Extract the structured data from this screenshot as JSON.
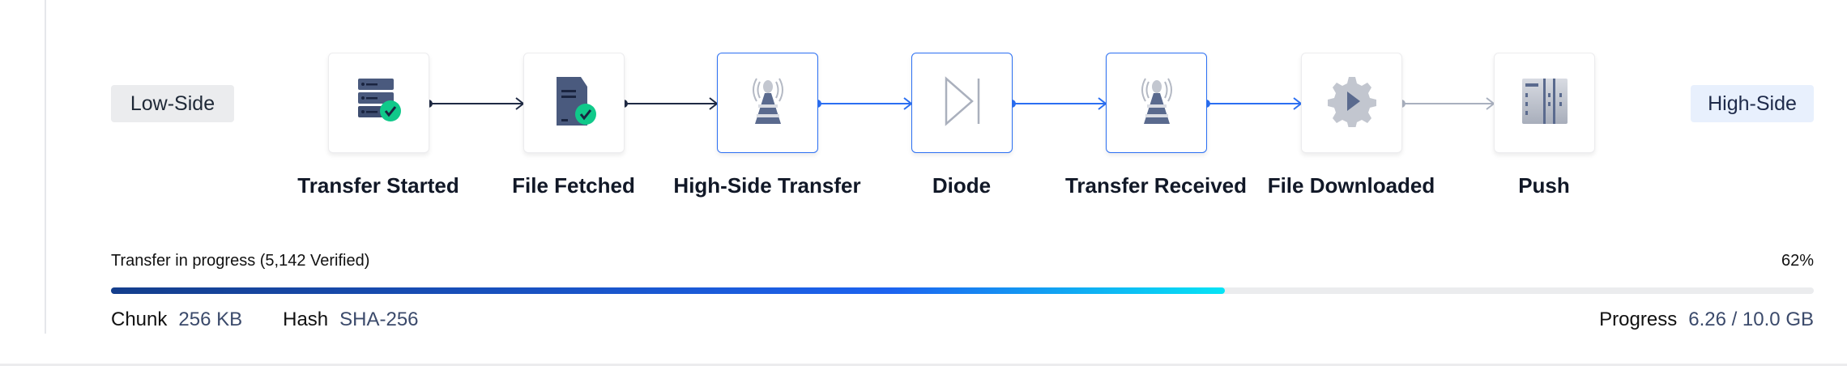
{
  "sides": {
    "low": "Low-Side",
    "high": "High-Side"
  },
  "steps": [
    {
      "label": "Transfer Started",
      "icon": "server-check-icon",
      "state": "done"
    },
    {
      "label": "File Fetched",
      "icon": "file-server-check-icon",
      "state": "done"
    },
    {
      "label": "High-Side Transfer",
      "icon": "antenna-tower-icon",
      "state": "active"
    },
    {
      "label": "Diode",
      "icon": "diode-icon",
      "state": "active"
    },
    {
      "label": "Transfer Received",
      "icon": "antenna-tower-icon",
      "state": "active"
    },
    {
      "label": "File Downloaded",
      "icon": "gear-play-icon",
      "state": "pending"
    },
    {
      "label": "Push",
      "icon": "rack-icon",
      "state": "pending"
    }
  ],
  "colors": {
    "done": "#1f2a44",
    "active": "#2b6ff2",
    "pending": "#a9b0bf",
    "check": "#10c98a"
  },
  "progress": {
    "status": "Transfer in progress (5,142 Verified)",
    "percent_label": "62%",
    "fraction": 0.654,
    "chunk_label": "Chunk",
    "chunk_value": "256 KB",
    "hash_label": "Hash",
    "hash_value": "SHA-256",
    "progress_label": "Progress",
    "progress_value": "6.26 / 10.0 GB"
  }
}
